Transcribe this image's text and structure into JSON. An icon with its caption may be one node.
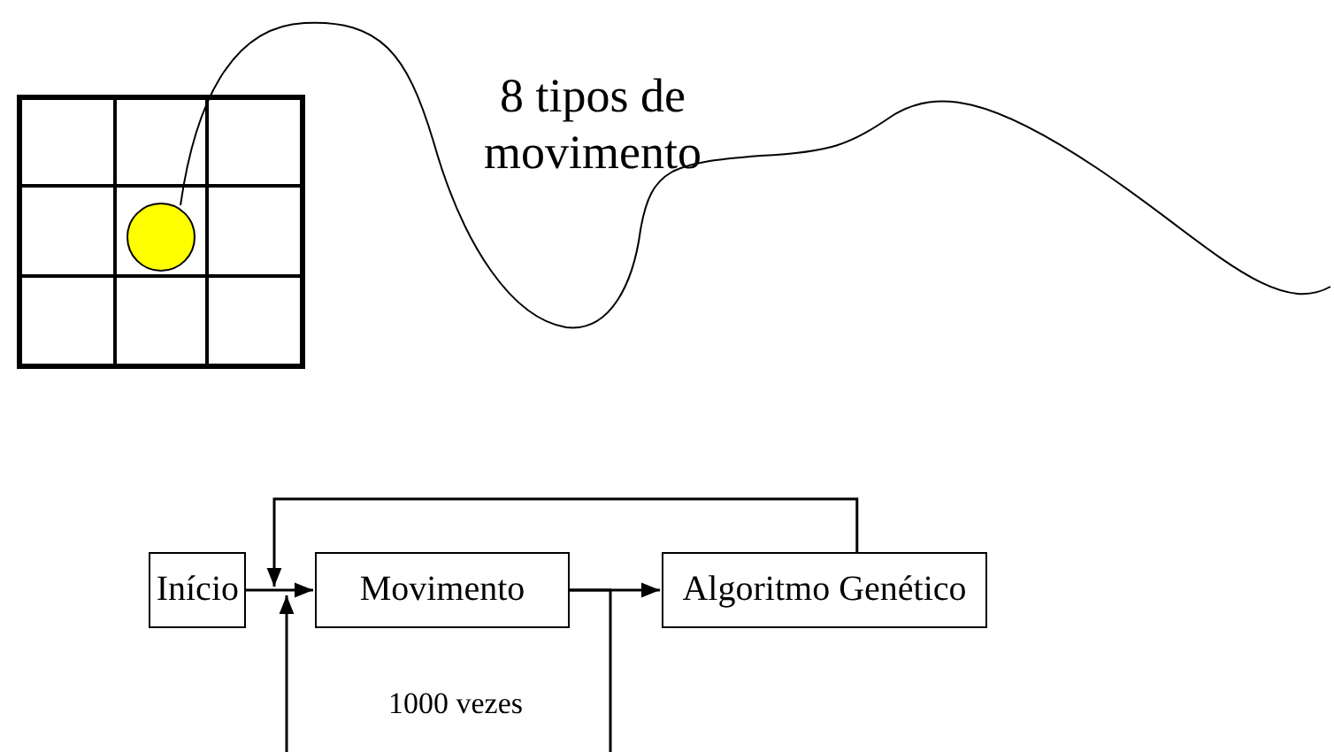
{
  "diagram": {
    "nodes": [
      {
        "text": [],
        "shape": "circle"
      },
      {
        "text": [
          "Início"
        ]
      },
      {
        "text": [
          "Movimento"
        ]
      },
      {
        "text": [
          "Algoritmo Genético"
        ]
      }
    ],
    "edges": [
      {
        "from": 0,
        "to": null,
        "arrow": "none"
      },
      {
        "from": 1,
        "to": 2,
        "arrow": "to"
      },
      {
        "from": 2,
        "to": 3,
        "arrow": "to"
      },
      {
        "from": 3,
        "to": 2,
        "arrow": "to"
      },
      {
        "from": null,
        "to": 2,
        "arrow": "to"
      },
      {
        "from": 2,
        "to": null,
        "arrow": "none"
      }
    ],
    "labels": [
      "8 tipos de movimento",
      "1000 vezes"
    ]
  }
}
